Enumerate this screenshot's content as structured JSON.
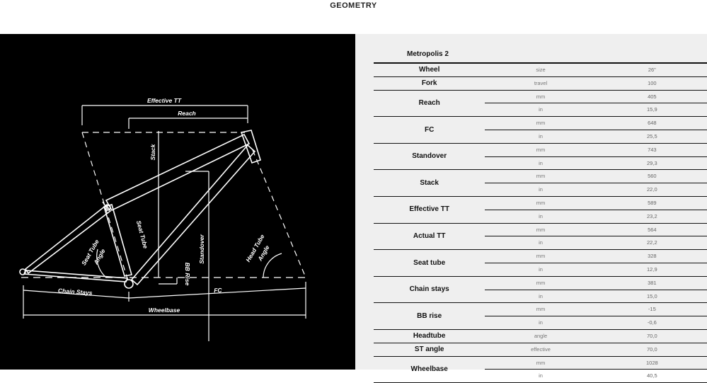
{
  "page": {
    "title": "GEOMETRY"
  },
  "diagram": {
    "labels": {
      "effective_tt": "Effective TT",
      "reach": "Reach",
      "stack": "Stack",
      "seat_tube": "Seat Tube",
      "seat_tube_angle_1": "Seat Tube",
      "seat_tube_angle_2": "Angle",
      "head_tube_angle_1": "Head Tube",
      "head_tube_angle_2": "Angle",
      "standover": "Standover",
      "bb_rise": "BB Rise",
      "chain_stays": "Chain Stays",
      "fc": "FC",
      "wheelbase": "Wheelbase"
    }
  },
  "table": {
    "model": "Metropolis 2",
    "rows": [
      {
        "name": "Wheel",
        "units": [
          {
            "unit": "size",
            "value": "26\""
          }
        ]
      },
      {
        "name": "Fork",
        "units": [
          {
            "unit": "travel",
            "value": "100"
          }
        ]
      },
      {
        "name": "Reach",
        "units": [
          {
            "unit": "mm",
            "value": "405"
          },
          {
            "unit": "in",
            "value": "15,9"
          }
        ]
      },
      {
        "name": "FC",
        "units": [
          {
            "unit": "mm",
            "value": "648"
          },
          {
            "unit": "in",
            "value": "25,5"
          }
        ]
      },
      {
        "name": "Standover",
        "units": [
          {
            "unit": "mm",
            "value": "743"
          },
          {
            "unit": "in",
            "value": "29,3"
          }
        ]
      },
      {
        "name": "Stack",
        "units": [
          {
            "unit": "mm",
            "value": "560"
          },
          {
            "unit": "in",
            "value": "22,0"
          }
        ]
      },
      {
        "name": "Effective TT",
        "units": [
          {
            "unit": "mm",
            "value": "589"
          },
          {
            "unit": "in",
            "value": "23,2"
          }
        ]
      },
      {
        "name": "Actual TT",
        "units": [
          {
            "unit": "mm",
            "value": "564"
          },
          {
            "unit": "in",
            "value": "22,2"
          }
        ]
      },
      {
        "name": "Seat tube",
        "units": [
          {
            "unit": "mm",
            "value": "328"
          },
          {
            "unit": "in",
            "value": "12,9"
          }
        ]
      },
      {
        "name": "Chain stays",
        "units": [
          {
            "unit": "mm",
            "value": "381"
          },
          {
            "unit": "in",
            "value": "15,0"
          }
        ]
      },
      {
        "name": "BB rise",
        "units": [
          {
            "unit": "mm",
            "value": "-15"
          },
          {
            "unit": "in",
            "value": "-0,6"
          }
        ]
      },
      {
        "name": "Headtube",
        "units": [
          {
            "unit": "angle",
            "value": "70,0"
          }
        ]
      },
      {
        "name": "ST angle",
        "units": [
          {
            "unit": "effective",
            "value": "70,0"
          }
        ]
      },
      {
        "name": "Wheelbase",
        "units": [
          {
            "unit": "mm",
            "value": "1028"
          },
          {
            "unit": "in",
            "value": "40,5"
          }
        ]
      }
    ]
  }
}
